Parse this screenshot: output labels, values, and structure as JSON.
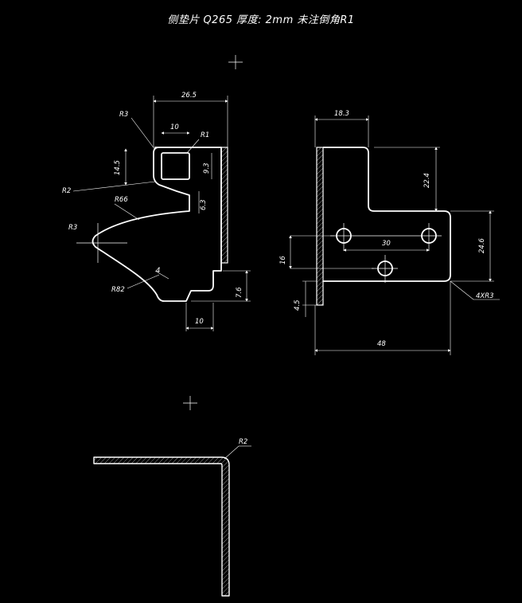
{
  "title": "侧垫片  Q265  厚度: 2mm  未注倒角R1",
  "left_view": {
    "dims": {
      "width_top": "26.5",
      "slot_width": "10",
      "r_corner": "R3",
      "r_inner": "R1",
      "h_top": "14.5",
      "slot_h": "9.3",
      "r_notch": "R2",
      "arc_r66": "R66",
      "notch_h": "6.3",
      "r_tip": "R3",
      "bottom_4": "4",
      "arc_r82": "R82",
      "right_7_6": "7.6",
      "bottom_10": "10"
    }
  },
  "right_view": {
    "dims": {
      "top_18_3": "18.3",
      "h_22_4": "22.4",
      "spacing_30": "30",
      "h_24_6": "24.6",
      "h_16": "16",
      "h_4_5": "4.5",
      "width_48": "48",
      "corners": "4XR3"
    }
  },
  "bottom_view": {
    "dims": {
      "bend_r": "R2"
    }
  }
}
